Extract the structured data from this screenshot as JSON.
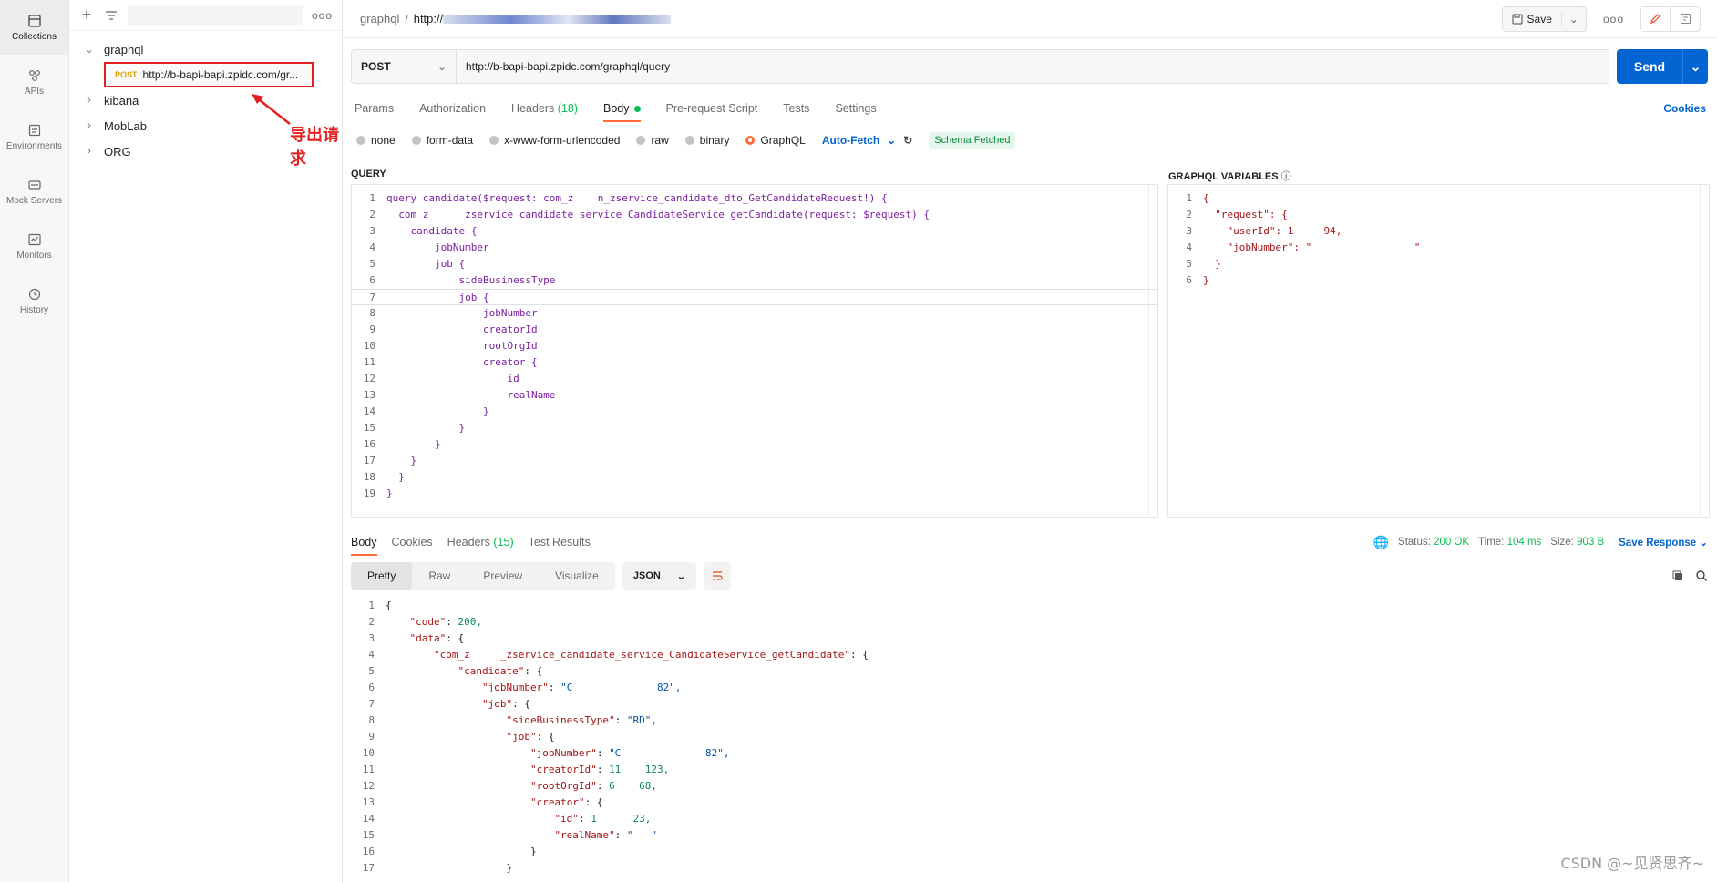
{
  "rail": [
    {
      "label": "Collections",
      "icon": "collections-icon",
      "active": true
    },
    {
      "label": "APIs",
      "icon": "apis-icon"
    },
    {
      "label": "Environments",
      "icon": "environments-icon"
    },
    {
      "label": "Mock Servers",
      "icon": "mock-servers-icon"
    },
    {
      "label": "Monitors",
      "icon": "monitors-icon"
    },
    {
      "label": "History",
      "icon": "history-icon"
    }
  ],
  "sidebar": {
    "more": "ooo",
    "tree": {
      "graphql": "graphql",
      "request_method": "POST",
      "request_url": "http://b-bapi-bapi.zpidc.com/gr...",
      "kibana": "kibana",
      "moblab": "MobLab",
      "org": "ORG"
    },
    "annotation": "导出请求"
  },
  "topbar": {
    "crumb": "graphql",
    "crumb_sep": "/",
    "crumb_url": "http://",
    "save": "Save",
    "more": "ooo"
  },
  "request": {
    "method": "POST",
    "url": "http://b-bapi-bapi.zpidc.com/graphql/query",
    "send": "Send"
  },
  "req_tabs": {
    "params": "Params",
    "authorization": "Authorization",
    "headers": "Headers",
    "headers_count": "(18)",
    "body": "Body",
    "prerequest": "Pre-request Script",
    "tests": "Tests",
    "settings": "Settings",
    "cookies": "Cookies"
  },
  "body_types": {
    "none": "none",
    "formdata": "form-data",
    "urlencoded": "x-www-form-urlencoded",
    "raw": "raw",
    "binary": "binary",
    "graphql": "GraphQL",
    "autofetch": "Auto-Fetch",
    "schema": "Schema Fetched"
  },
  "labels": {
    "query": "QUERY",
    "variables": "GRAPHQL VARIABLES"
  },
  "query_lines": [
    "query candidate($request: com_z    n_zservice_candidate_dto_GetCandidateRequest!) {",
    "  com_z     _zservice_candidate_service_CandidateService_getCandidate(request: $request) {",
    "    candidate {",
    "        jobNumber",
    "        job {",
    "            sideBusinessType",
    "            job {",
    "                jobNumber",
    "                creatorId",
    "                rootOrgId",
    "                creator {",
    "                    id",
    "                    realName",
    "                }",
    "            }",
    "        }",
    "    }",
    "  }",
    "}"
  ],
  "variable_lines": [
    "{",
    "  \"request\": {",
    "    \"userId\": 1     94,",
    "    \"jobNumber\": \"                 \"",
    "  }",
    "}"
  ],
  "resp_tabs": {
    "body": "Body",
    "cookies": "Cookies",
    "headers": "Headers",
    "headers_count": "(15)",
    "tests": "Test Results",
    "status_label": "Status:",
    "status": "200 OK",
    "time_label": "Time:",
    "time": "104 ms",
    "size_label": "Size:",
    "size": "903 B",
    "save_response": "Save Response"
  },
  "resp_toolbar": {
    "pretty": "Pretty",
    "raw": "Raw",
    "preview": "Preview",
    "visualize": "Visualize",
    "format": "JSON"
  },
  "response_lines": [
    "{",
    "    \"code\": 200,",
    "    \"data\": {",
    "        \"com_z     _zservice_candidate_service_CandidateService_getCandidate\": {",
    "            \"candidate\": {",
    "                \"jobNumber\": \"C              82\",",
    "                \"job\": {",
    "                    \"sideBusinessType\": \"RD\",",
    "                    \"job\": {",
    "                        \"jobNumber\": \"C              82\",",
    "                        \"creatorId\": 11    123,",
    "                        \"rootOrgId\": 6    68,",
    "                        \"creator\": {",
    "                            \"id\": 1      23,",
    "                            \"realName\": \"   \"",
    "                        }",
    "                    }"
  ],
  "watermark": "CSDN @~见贤思齐~"
}
